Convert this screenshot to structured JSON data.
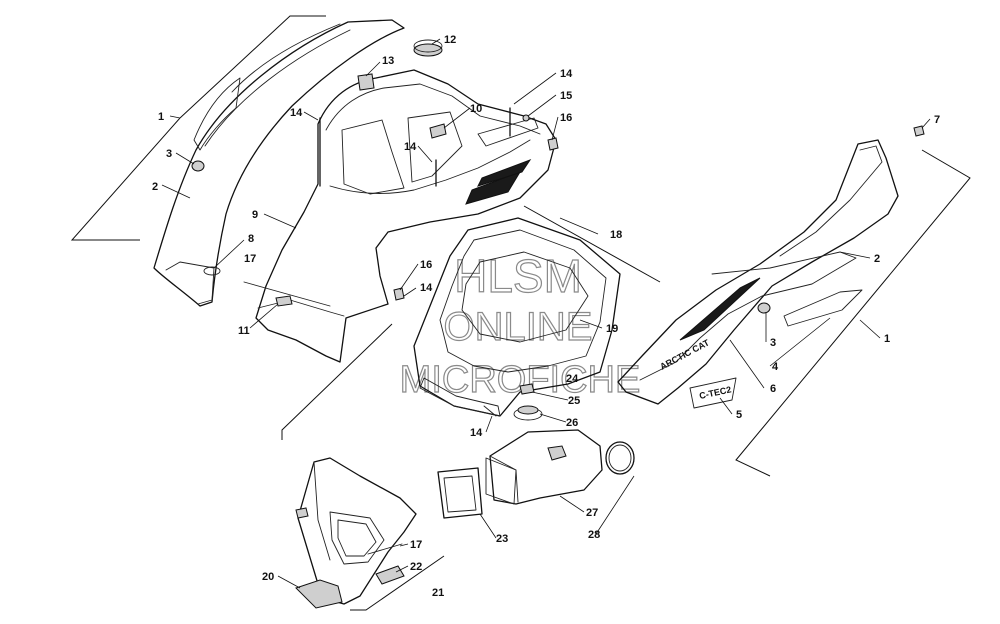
{
  "watermark": {
    "line1": "HLSM",
    "line2": "ONLINE",
    "line3": "MICROFICHE"
  },
  "decals": {
    "brand": "ARCTIC CAT",
    "model": "C-TEC2"
  },
  "callouts": [
    {
      "id": "c1a",
      "label": "1"
    },
    {
      "id": "c2a",
      "label": "2"
    },
    {
      "id": "c3a",
      "label": "3"
    },
    {
      "id": "c8",
      "label": "8"
    },
    {
      "id": "c9",
      "label": "9"
    },
    {
      "id": "c17a",
      "label": "17"
    },
    {
      "id": "c11",
      "label": "11"
    },
    {
      "id": "c13",
      "label": "13"
    },
    {
      "id": "c12",
      "label": "12"
    },
    {
      "id": "c14a",
      "label": "14"
    },
    {
      "id": "c10",
      "label": "10"
    },
    {
      "id": "c14b",
      "label": "14"
    },
    {
      "id": "c14c",
      "label": "14"
    },
    {
      "id": "c15",
      "label": "15"
    },
    {
      "id": "c16a",
      "label": "16"
    },
    {
      "id": "c7",
      "label": "7"
    },
    {
      "id": "c18",
      "label": "18"
    },
    {
      "id": "c16b",
      "label": "16"
    },
    {
      "id": "c14d",
      "label": "14"
    },
    {
      "id": "c19",
      "label": "19"
    },
    {
      "id": "c24",
      "label": "24"
    },
    {
      "id": "c25",
      "label": "25"
    },
    {
      "id": "c26",
      "label": "26"
    },
    {
      "id": "c14e",
      "label": "14"
    },
    {
      "id": "c2b",
      "label": "2"
    },
    {
      "id": "c1b",
      "label": "1"
    },
    {
      "id": "c3b",
      "label": "3"
    },
    {
      "id": "c4",
      "label": "4"
    },
    {
      "id": "c6",
      "label": "6"
    },
    {
      "id": "c5",
      "label": "5"
    },
    {
      "id": "c27",
      "label": "27"
    },
    {
      "id": "c23",
      "label": "23"
    },
    {
      "id": "c28",
      "label": "28"
    },
    {
      "id": "c17b",
      "label": "17"
    },
    {
      "id": "c22",
      "label": "22"
    },
    {
      "id": "c20",
      "label": "20"
    },
    {
      "id": "c21",
      "label": "21"
    }
  ]
}
